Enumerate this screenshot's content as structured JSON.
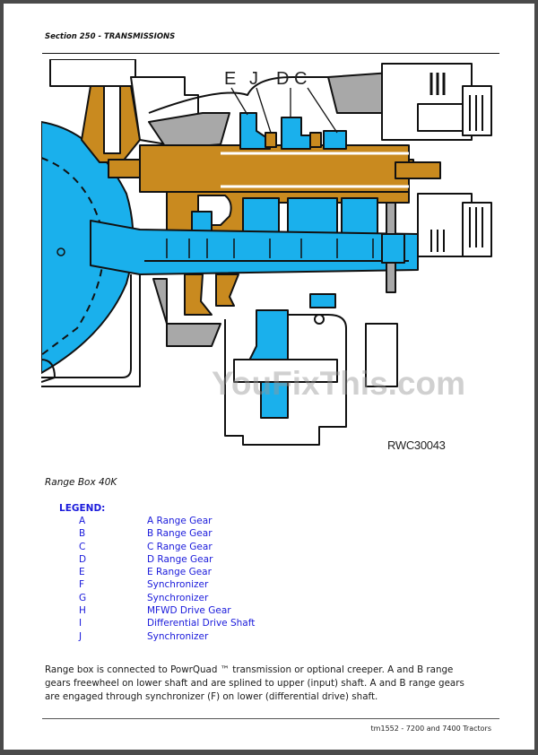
{
  "header": {
    "section_title": "Section 250 - TRANSMISSIONS"
  },
  "figure": {
    "callouts": [
      "E",
      "J",
      "D",
      "C"
    ],
    "figure_id": "RWC30043",
    "watermark": "YouFixThis.com",
    "colors": {
      "gear_blue": "#1ab0ec",
      "shaft_orange": "#c98a1f",
      "housing_gray": "#a8a8a8",
      "outline": "#111111"
    }
  },
  "caption": "Range Box 40K",
  "legend": {
    "title": "LEGEND:",
    "color": "#1a1adb",
    "items": [
      {
        "key": "A",
        "label": "A Range Gear"
      },
      {
        "key": "B",
        "label": "B Range Gear"
      },
      {
        "key": "C",
        "label": "C Range Gear"
      },
      {
        "key": "D",
        "label": "D Range Gear"
      },
      {
        "key": "E",
        "label": "E Range Gear"
      },
      {
        "key": "F",
        "label": "Synchronizer"
      },
      {
        "key": "G",
        "label": "Synchronizer"
      },
      {
        "key": "H",
        "label": "MFWD Drive Gear"
      },
      {
        "key": "I",
        "label": "Differential Drive Shaft"
      },
      {
        "key": "J",
        "label": "Synchronizer"
      }
    ]
  },
  "body": {
    "line1": "Range box is connected to PowrQuad ™ transmission or optional creeper. A and B range",
    "line2": "gears freewheel on lower shaft and are splined to upper (input) shaft. A and B range gears",
    "line3": "are engaged through synchronizer (F) on lower (differential drive) shaft."
  },
  "footer": {
    "text": "tm1552 - 7200 and 7400 Tractors"
  }
}
